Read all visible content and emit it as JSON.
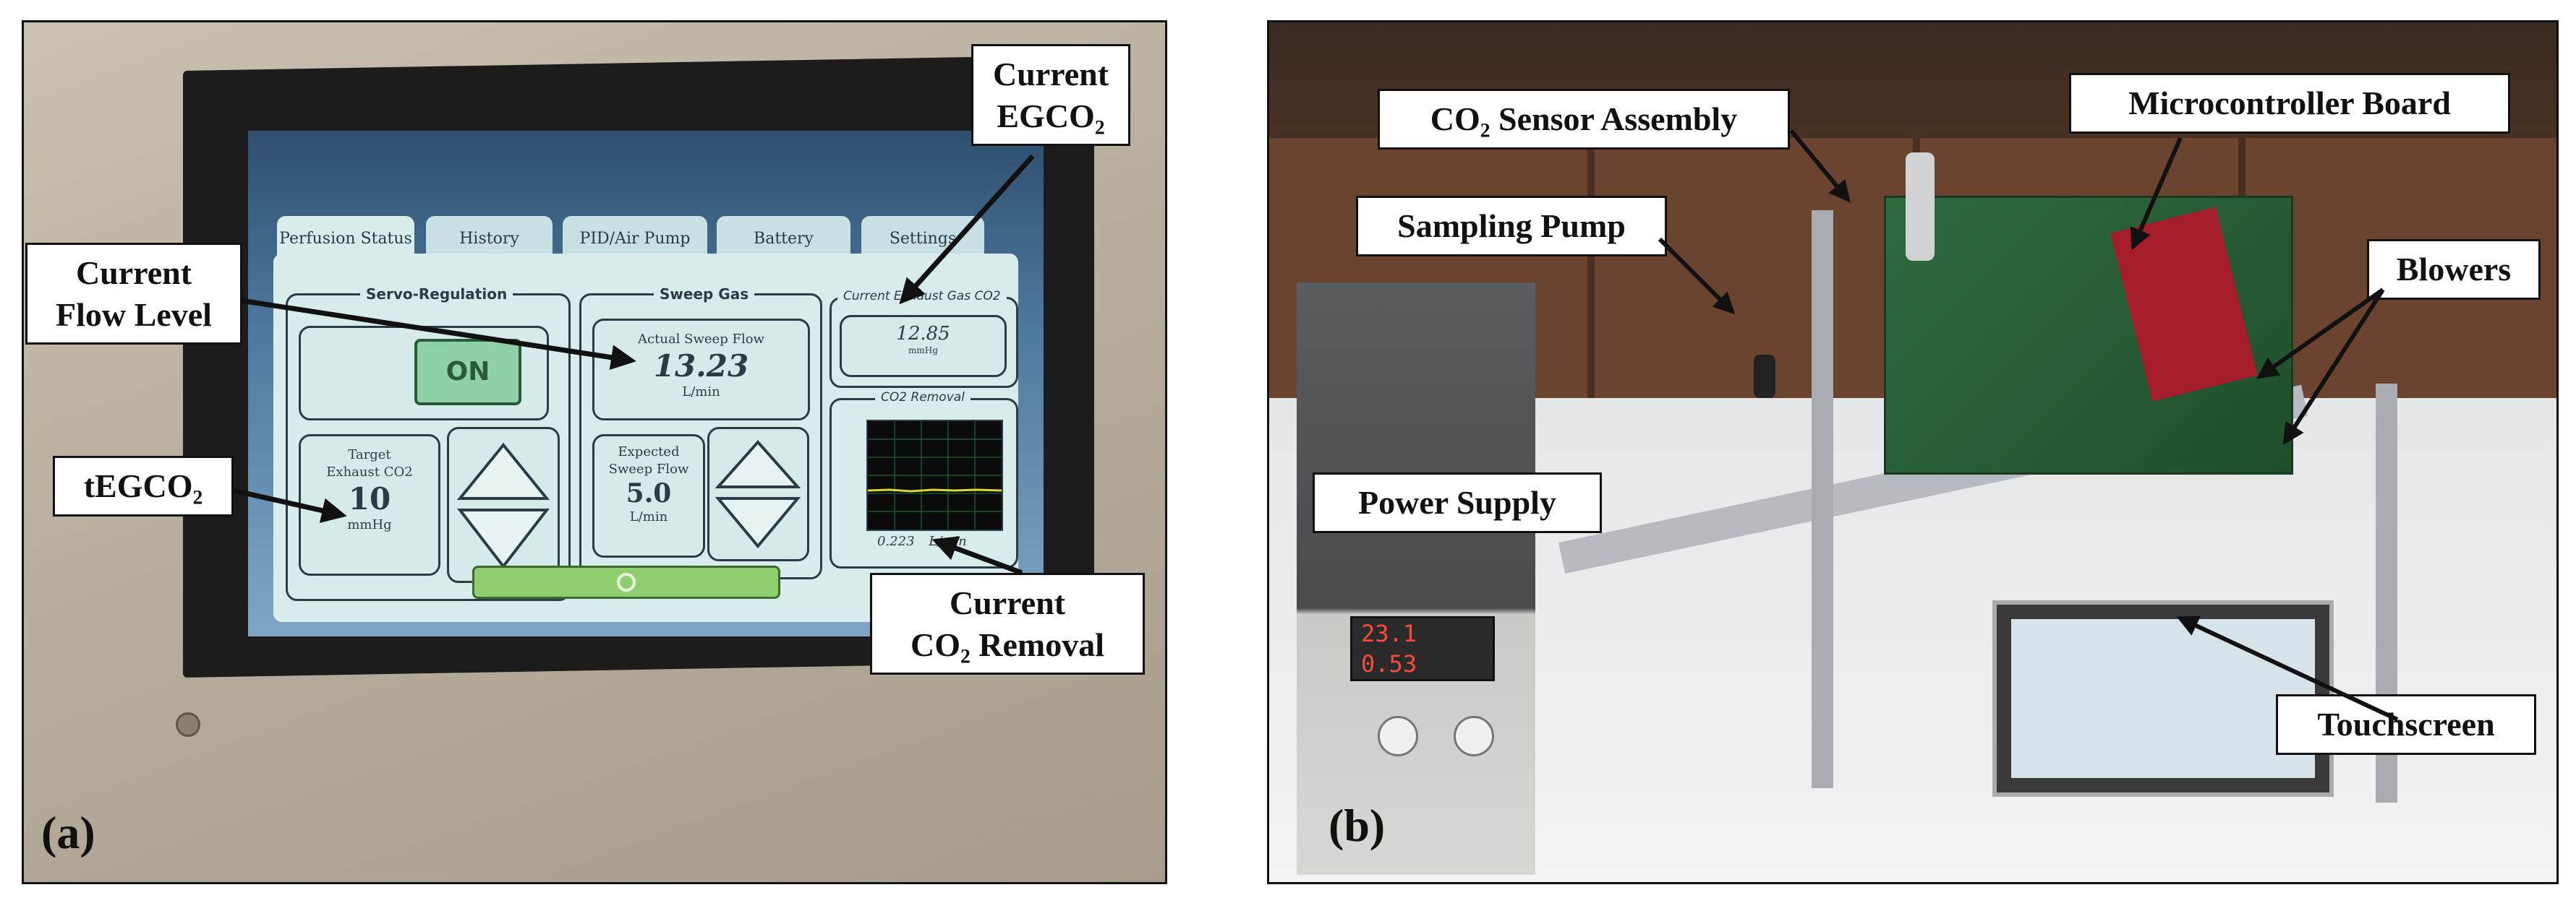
{
  "panel_a": {
    "letter": "(a)",
    "callouts": {
      "current_egco2": [
        "Current",
        "EGCO₂"
      ],
      "current_flow_level": [
        "Current",
        "Flow Level"
      ],
      "tegco2": "tEGCO₂",
      "current_co2_removal": [
        "Current",
        "CO₂ Removal"
      ]
    },
    "screen": {
      "tabs": [
        "Perfusion Status",
        "History",
        "PID/Air Pump",
        "Battery",
        "Settings"
      ],
      "servo_regulation": {
        "label": "Servo-Regulation",
        "on_button": "ON",
        "target_lines": [
          "Target",
          "Exhaust CO2"
        ],
        "target_value": "10",
        "target_unit": "mmHg"
      },
      "sweep_gas": {
        "label": "Sweep Gas",
        "actual_label": "Actual Sweep Flow",
        "actual_value": "13.23",
        "actual_unit": "L/min",
        "expected_lines": [
          "Expected",
          "Sweep Flow"
        ],
        "expected_value": "5.0",
        "expected_unit": "L/min"
      },
      "exhaust": {
        "label": "Current Exhaust Gas CO2",
        "value": "12.85",
        "unit": "mmHg"
      },
      "co2_removal": {
        "label": "CO2 Removal",
        "value": "0.223",
        "unit": "L/min"
      }
    }
  },
  "panel_b": {
    "letter": "(b)",
    "callouts": {
      "co2_sensor_assembly": "CO₂ Sensor Assembly",
      "microcontroller_board": "Microcontroller Board",
      "sampling_pump": "Sampling Pump",
      "blowers": "Blowers",
      "power_supply": "Power Supply",
      "touchscreen": "Touchscreen"
    },
    "power_supply_display": {
      "voltage": "23.1",
      "current": "0.53"
    }
  },
  "colors": {
    "callout_border": "#111111",
    "screen_bg": "#d9ecec",
    "on_button": "#8fd1a6"
  }
}
